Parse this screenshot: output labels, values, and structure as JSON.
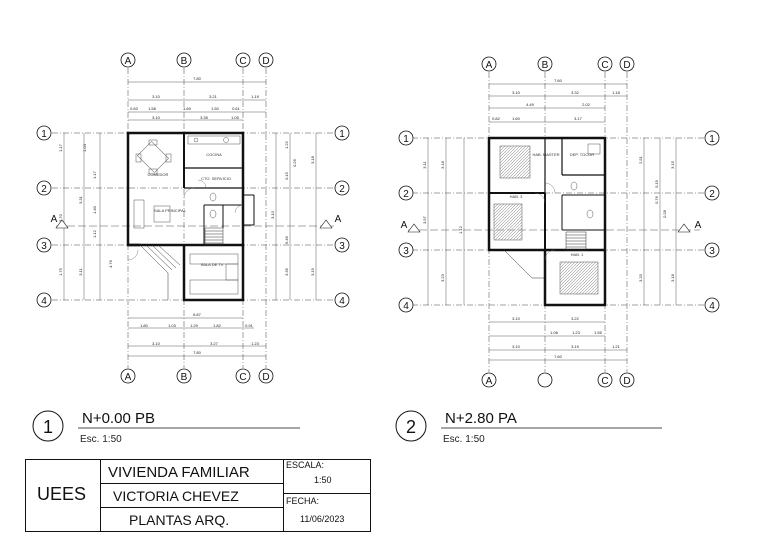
{
  "plans": [
    {
      "number": "1",
      "title": "N+0.00 PB",
      "scale": "Esc. 1:50",
      "grid_top": [
        "A",
        "B",
        "C",
        "D"
      ],
      "grid_bottom": [
        "A",
        "B",
        "C",
        "D"
      ],
      "grid_rows": [
        "1",
        "2",
        "3",
        "4"
      ],
      "section_marker": "A",
      "rooms": [
        "COMEDOR",
        "COCINA",
        "CTO. SERVICIO",
        "SALA PRINCIPAL",
        "SALA DE TV"
      ],
      "dims_top": [
        "7.80",
        "3.10",
        "3.21",
        "1.19",
        "0.83",
        "1.58",
        "1.69",
        "1.50",
        "0.61",
        "3.10",
        "3.35",
        "1.05"
      ],
      "dims_bottom": [
        "6.87",
        "1.80",
        "1.03",
        "1.29",
        "1.82",
        "0.91",
        "3.10",
        "3.27",
        "1.23",
        "7.80"
      ],
      "dims_left": [
        "1.17",
        "1.04",
        "1.17",
        "3.31",
        "1.40",
        "3.70",
        "3.11",
        "1.12",
        "1.75",
        "4.76"
      ],
      "dims_right": [
        "1.22",
        "0.26",
        "0.15",
        "3.18",
        "3.10",
        "6.49",
        "3.19",
        "3.35"
      ]
    },
    {
      "number": "2",
      "title": "N+2.80 PA",
      "scale": "Esc. 1:50",
      "grid_top": [
        "A",
        "B",
        "C",
        "D"
      ],
      "grid_bottom": [
        "A",
        "",
        "C",
        "D"
      ],
      "grid_rows": [
        "1",
        "2",
        "3",
        "4"
      ],
      "section_marker": "A",
      "rooms": [
        "HAB. MASTER",
        "DEP. TOCOR",
        "HAB. 3",
        "HAB. 1"
      ],
      "dims_top": [
        "7.60",
        "3.10",
        "3.32",
        "1.18",
        "4.49",
        "2.02",
        "0.82",
        "1.60",
        "3.17"
      ],
      "dims_bottom": [
        "3.10",
        "3.22",
        "1.08",
        "1.23",
        "1.55",
        "3.10",
        "3.19",
        "1.21",
        "7.60"
      ],
      "dims_left": [
        "3.11",
        "3.18",
        "3.97",
        "3.23",
        "1.12"
      ],
      "dims_right": [
        "2.51",
        "0.19",
        "0.76",
        "0.28",
        "3.15",
        "3.20",
        "3.18"
      ]
    }
  ],
  "title_block": {
    "org": "UEES",
    "project": "VIVIENDA FAMILIAR",
    "author": "VICTORIA CHEVEZ",
    "sheet": "PLANTAS ARQ.",
    "scale_label": "ESCALA:",
    "scale_value": "1:50",
    "date_label": "FECHA:",
    "date_value": "11/06/2023"
  }
}
